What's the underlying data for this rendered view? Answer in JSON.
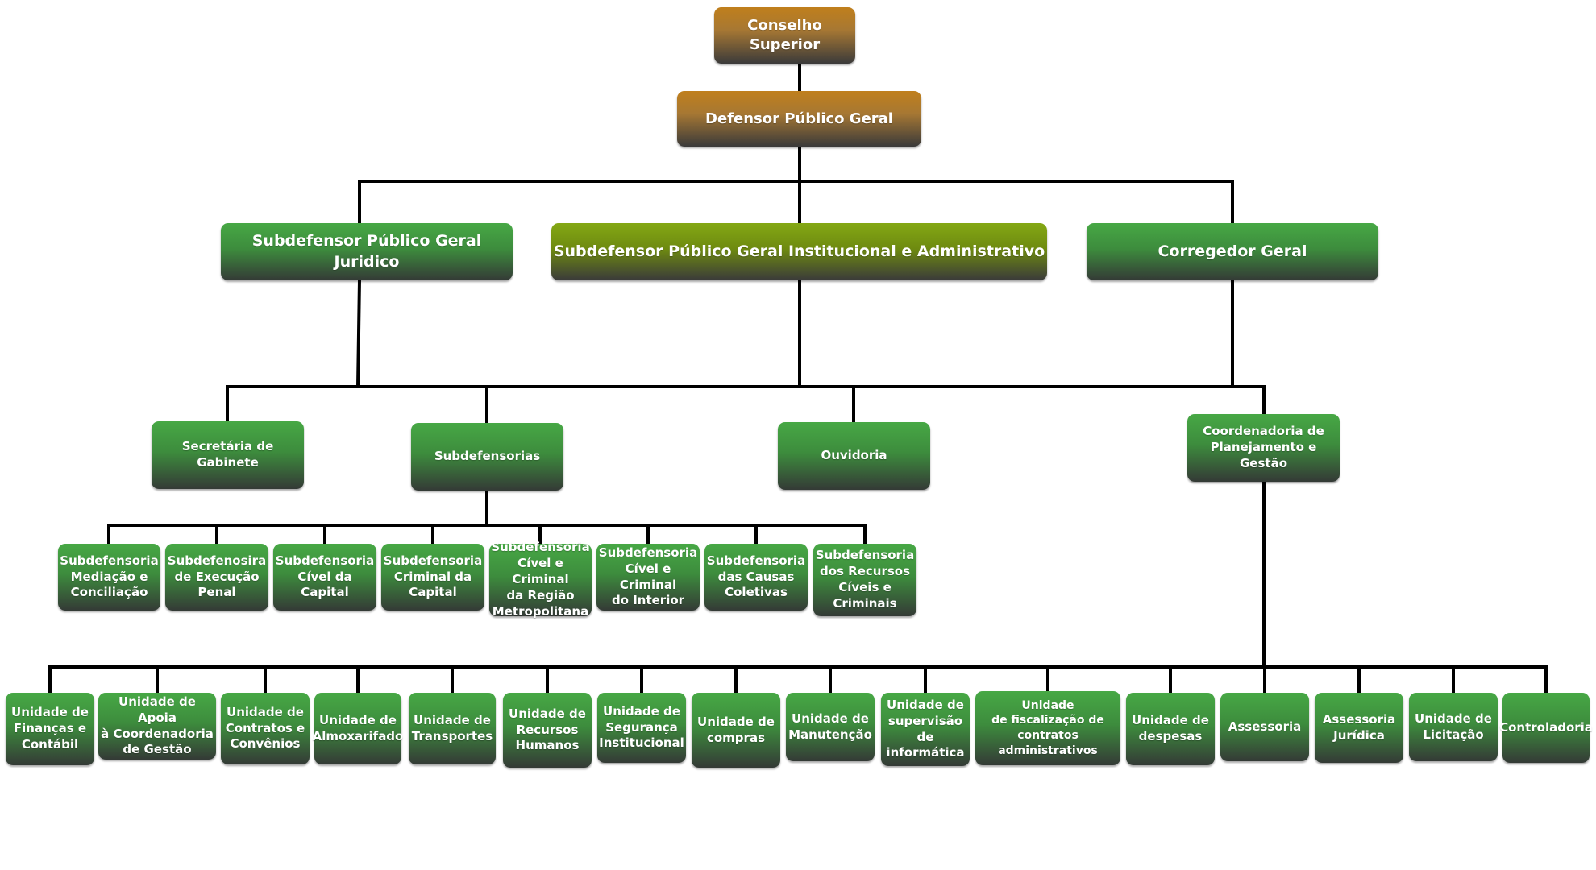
{
  "levels": {
    "top": "Conselho Superior",
    "general": "Defensor Público Geral",
    "deputies": [
      "Subdefensor Público Geral Juridico",
      "Subdefensor Público Geral Institucional e Administrativo",
      "Corregedor Geral"
    ],
    "offices": [
      "Secretária de Gabinete",
      "Subdefensorias",
      "Ouvidoria",
      "Coordenadoria de\nPlanejamento e Gestão"
    ],
    "subdefensorias": [
      "Subdefensoria\nMediação e\nConciliação",
      "Subdefenosira\nde Execução\nPenal",
      "Subdefensoria\nCível da Capital",
      "Subdefensoria\nCriminal da\nCapital",
      "Subdefensoria\nCível e Criminal\nda Região\nMetropolitana",
      "Subdefensoria\nCível e Criminal\ndo Interior",
      "Subdefensoria\ndas Causas\nColetivas",
      "Subdefensoria\ndos Recursos\nCíveis e\nCriminais"
    ],
    "units": [
      "Unidade de\nFinanças e\nContábil",
      "Unidade de Apoia\nà Coordenadoria\nde Gestão",
      "Unidade de\nContratos e\nConvênios",
      "Unidade de\nAlmoxarifado",
      "Unidade de\nTransportes",
      "Unidade de\nRecursos\nHumanos",
      "Unidade de\nSegurança\nInstitucional",
      "Unidade de\ncompras",
      "Unidade de\nManutenção",
      "Unidade de\nsupervisão de\ninformática",
      "Unidade\nde fiscalização de\ncontratos\nadministrativos",
      "Unidade de\ndespesas",
      "Assessoria",
      "Assessoria\nJurídica",
      "Unidade de\nLicitação",
      "Controladoria"
    ]
  },
  "colors": {
    "gold": "#a77833",
    "olive": "#84a814",
    "green": "#3d8c3d",
    "connector": "#000000"
  }
}
